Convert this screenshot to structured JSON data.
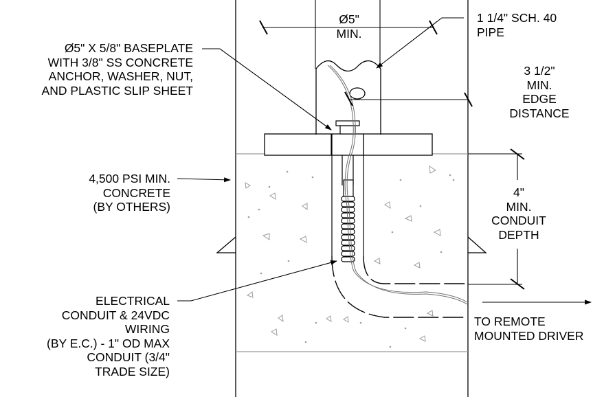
{
  "labels": {
    "pipe_width": [
      "Ø5\"",
      "MIN."
    ],
    "pipe_spec": [
      "1 1/4\" SCH. 40",
      "PIPE"
    ],
    "baseplate": [
      "Ø5\" X 5/8\" BASEPLATE",
      "WITH 3/8\" SS CONCRETE",
      "ANCHOR, WASHER, NUT,",
      "AND PLASTIC SLIP SHEET"
    ],
    "edge_distance": [
      "3 1/2\"",
      "MIN.",
      "EDGE",
      "DISTANCE"
    ],
    "concrete": [
      "4,500 PSI MIN.",
      "CONCRETE",
      "(BY OTHERS)"
    ],
    "conduit_depth": [
      "4\"",
      "MIN.",
      "CONDUIT",
      "DEPTH"
    ],
    "conduit_wiring": [
      "ELECTRICAL",
      "CONDUIT & 24VDC",
      "WIRING",
      "(BY E.C.) - 1\" OD MAX",
      "CONDUIT (3/4\"",
      "TRADE SIZE)"
    ],
    "remote_driver": [
      "TO REMOTE",
      "MOUNTED DRIVER"
    ]
  },
  "colors": {
    "line": "#000000",
    "hatch": "#9a9a9a",
    "background": "#ffffff"
  }
}
